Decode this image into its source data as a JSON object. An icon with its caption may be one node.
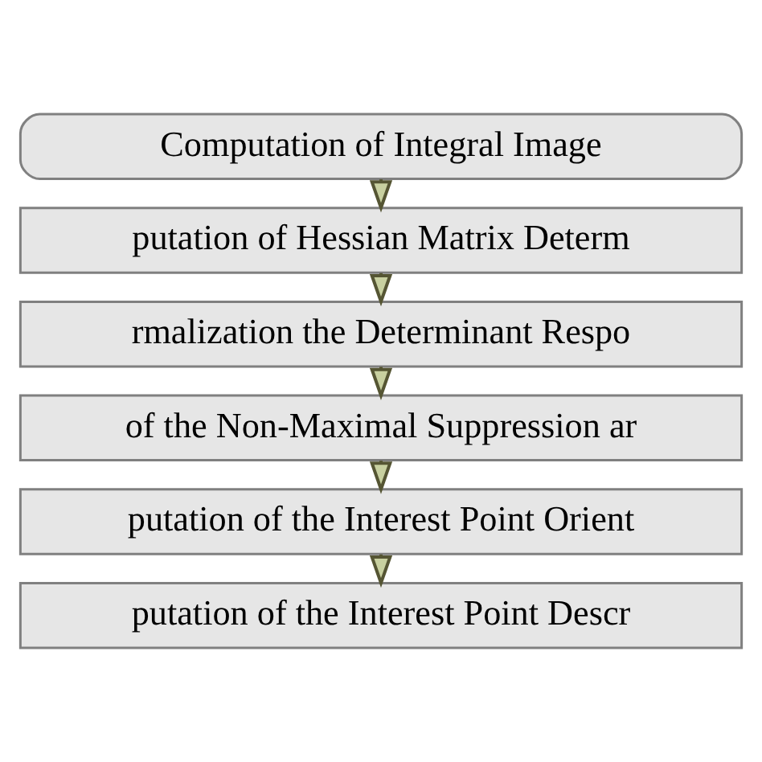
{
  "diagram": {
    "nodes": [
      {
        "text": [
          "Computation of Integral Image"
        ]
      },
      {
        "text": [
          "putation of Hessian Matrix Determ"
        ]
      },
      {
        "text": [
          "rmalization the Determinant Respo"
        ]
      },
      {
        "text": [
          "of the Non-Maximal Suppression ar"
        ]
      },
      {
        "text": [
          "putation of the Interest Point Orient"
        ]
      },
      {
        "text": [
          "putation of the Interest Point Descr"
        ]
      }
    ],
    "edges": [
      {
        "from": 0,
        "to": 1,
        "arrow": "to"
      },
      {
        "from": 1,
        "to": 2,
        "arrow": "to"
      },
      {
        "from": 2,
        "to": 3,
        "arrow": "to"
      },
      {
        "from": 3,
        "to": 4,
        "arrow": "to"
      },
      {
        "from": 4,
        "to": 5,
        "arrow": "to"
      }
    ]
  }
}
